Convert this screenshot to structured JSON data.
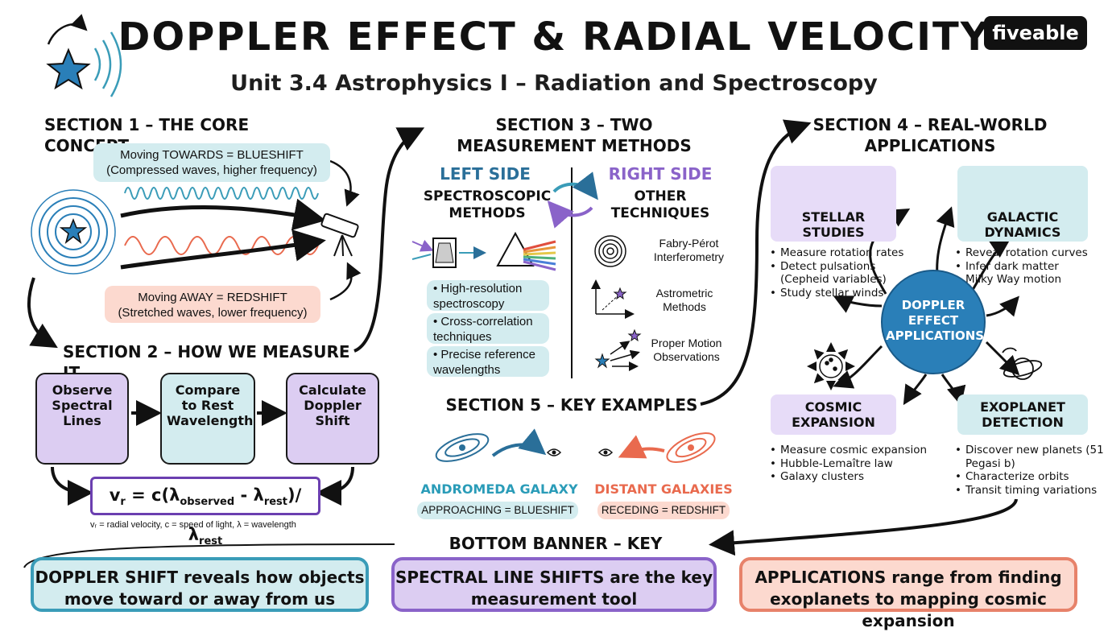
{
  "header": {
    "title": "DOPPLER EFFECT & RADIAL VELOCITY",
    "subtitle": "Unit 3.4 Astrophysics I – Radiation and Spectroscopy",
    "logo": "fiveable"
  },
  "section1": {
    "title": "SECTION 1 – THE CORE CONCEPT",
    "blueshift_line1": "Moving TOWARDS = BLUESHIFT",
    "blueshift_line2": "(Compressed waves, higher frequency)",
    "redshift_line1": "Moving AWAY = REDSHIFT",
    "redshift_line2": "(Stretched waves, lower frequency)"
  },
  "section2": {
    "title": "SECTION 2 – HOW WE MEASURE IT",
    "step1": "Observe Spectral Lines",
    "step2": "Compare to Rest Wavelength",
    "step3": "Calculate Doppler Shift",
    "formula_vr": "v",
    "formula_vr_sub": "r",
    "formula_eq": " = c(λ",
    "formula_obs_sub": "observed",
    "formula_mid": " - λ",
    "formula_rest_sub": "rest",
    "formula_div": ")/λ",
    "formula_rest_sub2": "rest",
    "legend": "vᵣ = radial velocity, c = speed of light, λ = wavelength"
  },
  "section3": {
    "title": "SECTION 3 – TWO MEASUREMENT METHODS",
    "left_header": "LEFT SIDE",
    "left_sub": "SPECTROSCOPIC METHODS",
    "right_header": "RIGHT SIDE",
    "right_sub": "OTHER TECHNIQUES",
    "left_items": [
      "High-resolution spectroscopy",
      "Cross-correlation techniques",
      "Precise reference wavelengths"
    ],
    "right_items": [
      "Fabry-Pérot Interferometry",
      "Astrometric Methods",
      "Proper Motion Observations"
    ]
  },
  "section4": {
    "title": "SECTION 4 – REAL-WORLD APPLICATIONS",
    "center": "DOPPLER EFFECT APPLICATIONS",
    "stellar_title": "STELLAR STUDIES",
    "stellar_items": [
      "Measure rotation rates",
      "Detect pulsations (Cepheid variables)",
      "Study stellar winds"
    ],
    "galactic_title": "GALACTIC DYNAMICS",
    "galactic_items": [
      "Reveal rotation curves",
      "Infer dark matter",
      "Milky Way motion"
    ],
    "cosmic_title": "COSMIC EXPANSION",
    "cosmic_items": [
      "Measure cosmic expansion",
      "Hubble-Lemaître law",
      "Galaxy clusters"
    ],
    "exo_title": "EXOPLANET DETECTION",
    "exo_items": [
      "Discover new planets (51 Pegasi b)",
      "Characterize orbits",
      "Transit timing variations"
    ]
  },
  "section5": {
    "title": "SECTION 5 – KEY EXAMPLES",
    "andromeda": "ANDROMEDA GALAXY",
    "andromeda_tag": "APPROACHING = BLUESHIFT",
    "distant": "DISTANT GALAXIES",
    "distant_tag": "RECEDING = REDSHIFT"
  },
  "banner": {
    "title": "BOTTOM BANNER – KEY TAKEAWAYS",
    "t1": "DOPPLER SHIFT reveals how objects move toward or away from us",
    "t2": "SPECTRAL LINE SHIFTS are the key measurement tool",
    "t3": "APPLICATIONS range from finding exoplanets to mapping cosmic expansion"
  },
  "colors": {
    "blue": "#2a6f99",
    "blue_fill": "#d3ecef",
    "red": "#e96a4e",
    "red_fill": "#fcd9cf",
    "purple": "#8a63c9",
    "lavender_fill": "#dccdf2",
    "teal_border": "#3a9cb8",
    "orange_border": "#e7826a"
  }
}
